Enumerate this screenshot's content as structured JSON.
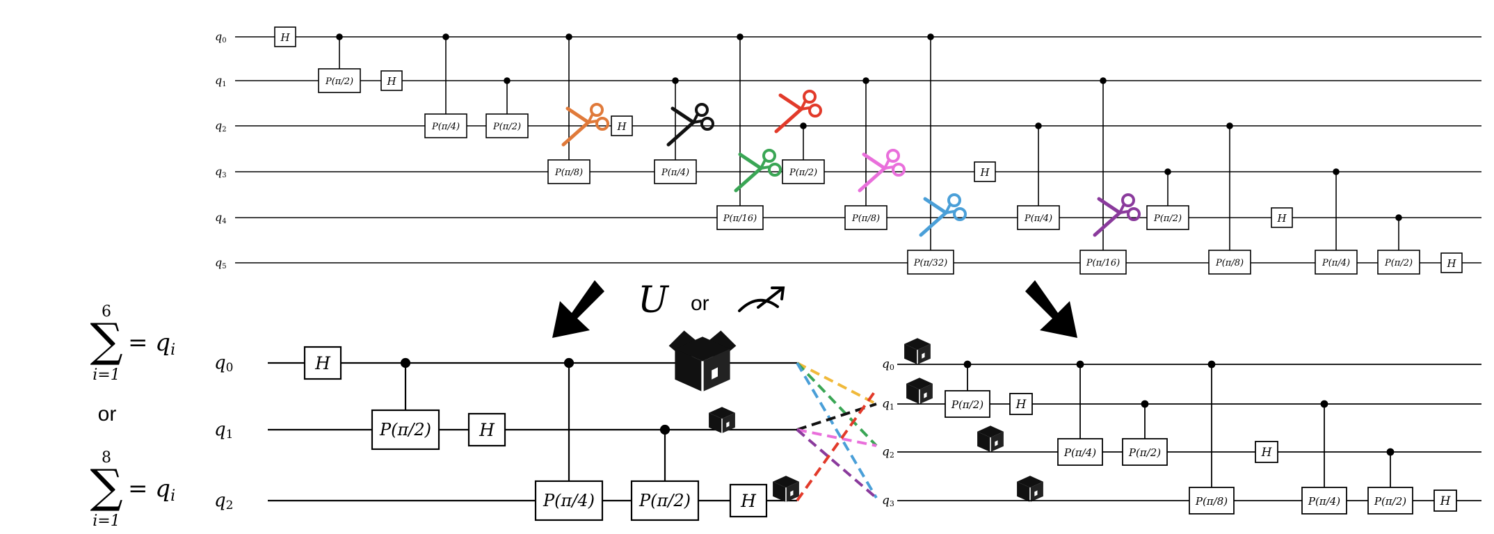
{
  "top_circuit": {
    "qubits": [
      "q",
      "q",
      "q",
      "q",
      "q",
      "q"
    ],
    "qubit_indices": [
      "0",
      "1",
      "2",
      "3",
      "4",
      "5"
    ],
    "gates": {
      "h": "H",
      "p_pi_2": "P(π/2)",
      "p_pi_4": "P(π/4)",
      "p_pi_8": "P(π/8)",
      "p_pi_16": "P(π/16)",
      "p_pi_32": "P(π/32)"
    }
  },
  "cuts": {
    "colors": {
      "orange": "#e07a3a",
      "black": "#111111",
      "green": "#3aa655",
      "red": "#e23a2a",
      "pink": "#e96fdb",
      "blue": "#4a9fd8",
      "purple": "#8a3a9c"
    }
  },
  "middle": {
    "unitary": "U",
    "or": "or",
    "measure_icon": "measurement-meter-icon"
  },
  "formulas": {
    "sum1_upper": "6",
    "sum1_lower": "i=1",
    "sum1_rhs": "= q",
    "sum1_rhs_sub": "i",
    "or": "or",
    "sum2_upper": "8",
    "sum2_lower": "i=1",
    "sum2_rhs": "= q",
    "sum2_rhs_sub": "i"
  },
  "bottom_left": {
    "qubits": [
      "q",
      "q",
      "q"
    ],
    "qubit_indices": [
      "0",
      "1",
      "2"
    ],
    "gates": {
      "h": "H",
      "p_pi_2": "P(π/2)",
      "p_pi_4": "P(π/4)"
    }
  },
  "bottom_right": {
    "qubits": [
      "q",
      "q",
      "q",
      "q"
    ],
    "qubit_indices": [
      "0",
      "1",
      "2",
      "3"
    ],
    "gates": {
      "h": "H",
      "p_pi_2": "P(π/2)",
      "p_pi_4": "P(π/4)",
      "p_pi_8": "P(π/8)"
    }
  },
  "icons": {
    "box": "package-box-icon",
    "arrow": "down-right-arrow-icon",
    "scissors": "scissors-icon"
  }
}
